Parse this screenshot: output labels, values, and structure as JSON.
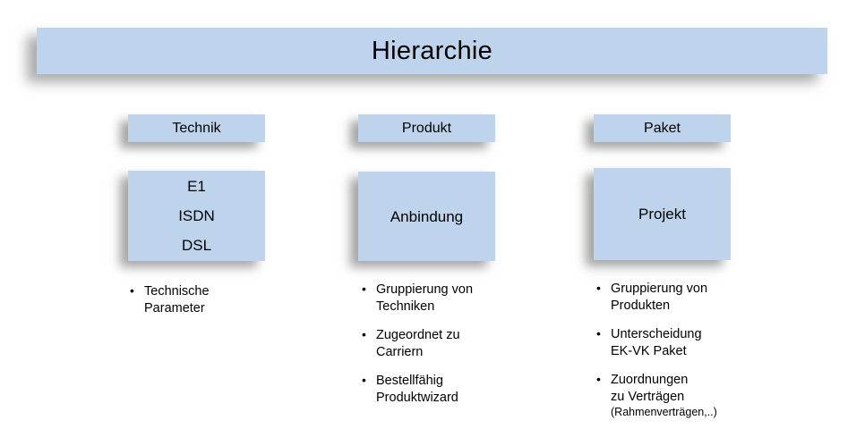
{
  "slide": {
    "title": "Hierarchie",
    "accent_color": "#bdd4ec",
    "text_color": "#000000",
    "background_color": "#ffffff"
  },
  "columns": [
    {
      "header": "Technik",
      "entity_lines": [
        "E1",
        "ISDN",
        "DSL"
      ],
      "entity_label": "",
      "bullets": [
        {
          "text": "Technische\nParameter",
          "sub": ""
        }
      ]
    },
    {
      "header": "Produkt",
      "entity_lines": [],
      "entity_label": "Anbindung",
      "bullets": [
        {
          "text": "Gruppierung von\nTechniken",
          "sub": ""
        },
        {
          "text": "Zugeordnet zu\nCarriern",
          "sub": ""
        },
        {
          "text": "Bestellfähig\nProduktwizard",
          "sub": ""
        }
      ]
    },
    {
      "header": "Paket",
      "entity_lines": [],
      "entity_label": "Projekt",
      "bullets": [
        {
          "text": "Gruppierung von\nProdukten",
          "sub": ""
        },
        {
          "text": "Unterscheidung\nEK-VK Paket",
          "sub": ""
        },
        {
          "text": "Zuordnungen\nzu Verträgen",
          "sub": "(Rahmenverträgen,..)"
        }
      ]
    }
  ],
  "bullet_marker": "•"
}
